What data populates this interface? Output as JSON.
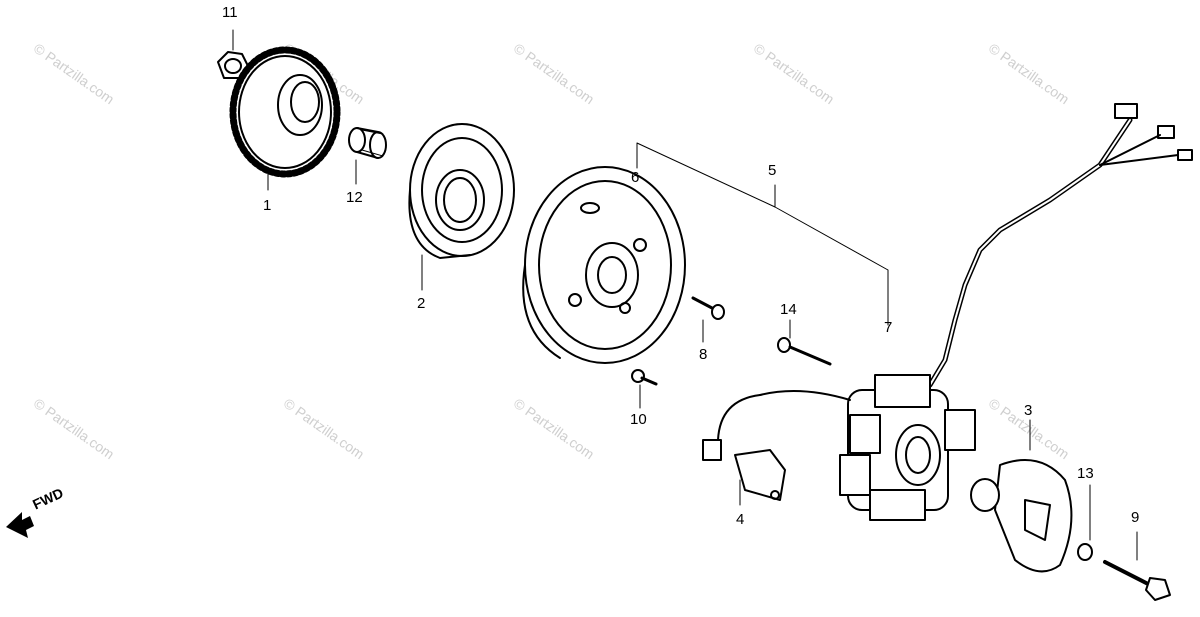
{
  "diagram": {
    "watermark_text": "© Partzilla.com",
    "direction_label": "FWD",
    "callouts": {
      "c1": "1",
      "c2": "2",
      "c3": "3",
      "c4": "4",
      "c5": "5",
      "c6": "6",
      "c7": "7",
      "c8": "8",
      "c9": "9",
      "c10": "10",
      "c11": "11",
      "c12": "12",
      "c13": "13",
      "c14": "14"
    }
  }
}
